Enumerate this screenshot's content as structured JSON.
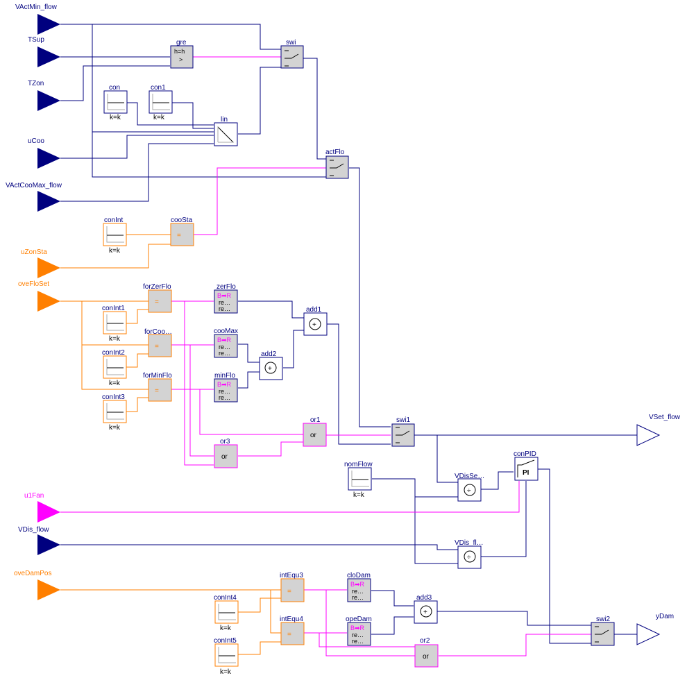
{
  "colors": {
    "real": "#00007f",
    "bool": "#ff00ff",
    "int": "#ff7f00",
    "text": "#000000"
  },
  "ports": {
    "in_vactmin": "VActMin_flow",
    "in_tsup": "TSup",
    "in_tzon": "TZon",
    "in_ucoo": "uCoo",
    "in_vactcoomax": "VActCooMax_flow",
    "in_uzonsta": "uZonSta",
    "in_oveflo": "oveFloSet",
    "in_u1fan": "u1Fan",
    "in_vdis": "VDis_flow",
    "in_ovedam": "oveDamPos",
    "out_vset": "VSet_flow",
    "out_ydam": "yDam"
  },
  "blocks": {
    "con": {
      "name": "con",
      "param": "k=k"
    },
    "con1": {
      "name": "con1",
      "param": "k=k"
    },
    "gre": {
      "name": "gre",
      "sym": "h=h"
    },
    "swi": {
      "name": "swi"
    },
    "lin": {
      "name": "lin"
    },
    "actFlo": {
      "name": "actFlo"
    },
    "conInt": {
      "name": "conInt",
      "param": "k=k"
    },
    "cooSta": {
      "name": "cooSta",
      "sym": "="
    },
    "conInt1": {
      "name": "conInt1",
      "param": "k=k"
    },
    "conInt2": {
      "name": "conInt2",
      "param": "k=k"
    },
    "conInt3": {
      "name": "conInt3",
      "param": "k=k"
    },
    "forZerFlo": {
      "name": "forZerFlo",
      "sym": "="
    },
    "forCoo": {
      "name": "forCoo…",
      "sym": "="
    },
    "forMinFlo": {
      "name": "forMinFlo",
      "sym": "="
    },
    "zerFlo": {
      "name": "zerFlo",
      "sym": "B➡R",
      "sub": "re…"
    },
    "cooMax": {
      "name": "cooMax",
      "sym": "B➡R",
      "sub": "re…"
    },
    "minFlo": {
      "name": "minFlo",
      "sym": "B➡R",
      "sub": "re…"
    },
    "add1": {
      "name": "add1",
      "sym": "+"
    },
    "add2": {
      "name": "add2",
      "sym": "+"
    },
    "or1": {
      "name": "or1",
      "sym": "or"
    },
    "or3": {
      "name": "or3",
      "sym": "or"
    },
    "swi1": {
      "name": "swi1"
    },
    "nomFlow": {
      "name": "nomFlow",
      "param": "k=k"
    },
    "VDisSe": {
      "name": "VDisSe…",
      "sym": "÷"
    },
    "conPID": {
      "name": "conPID",
      "sym": "PI"
    },
    "VDisfl": {
      "name": "VDis_fl…",
      "sym": "÷"
    },
    "intEqu3": {
      "name": "intEqu3",
      "sym": "="
    },
    "intEqu4": {
      "name": "intEqu4",
      "sym": "="
    },
    "conInt4": {
      "name": "conInt4",
      "param": "k=k"
    },
    "conInt5": {
      "name": "conInt5",
      "param": "k=k"
    },
    "cloDam": {
      "name": "cloDam",
      "sym": "B➡R",
      "sub": "re…"
    },
    "opeDam": {
      "name": "opeDam",
      "sym": "B➡R",
      "sub": "re…"
    },
    "add3": {
      "name": "add3",
      "sym": "+"
    },
    "or2": {
      "name": "or2",
      "sym": "or"
    },
    "swi2": {
      "name": "swi2"
    }
  }
}
